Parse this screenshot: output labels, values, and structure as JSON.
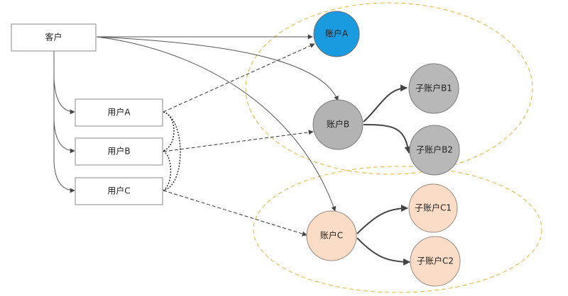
{
  "nodes": {
    "customer": "客户",
    "user_a": "用户A",
    "user_b": "用户B",
    "user_c": "用户C",
    "account_a": "账户A",
    "account_b": "账户B",
    "account_c": "账户C",
    "sub_b1": "子账户B1",
    "sub_b2": "子账户B2",
    "sub_c1": "子账户C1",
    "sub_c2": "子账户C2"
  },
  "colors": {
    "account_a": "#1a9be0",
    "account_b": "#b3b3b3",
    "sub_b": "#b8b8b8",
    "account_c": "#fbdcc6",
    "sub_c": "#fbdcc6",
    "group_outline": "#e7b43a"
  }
}
